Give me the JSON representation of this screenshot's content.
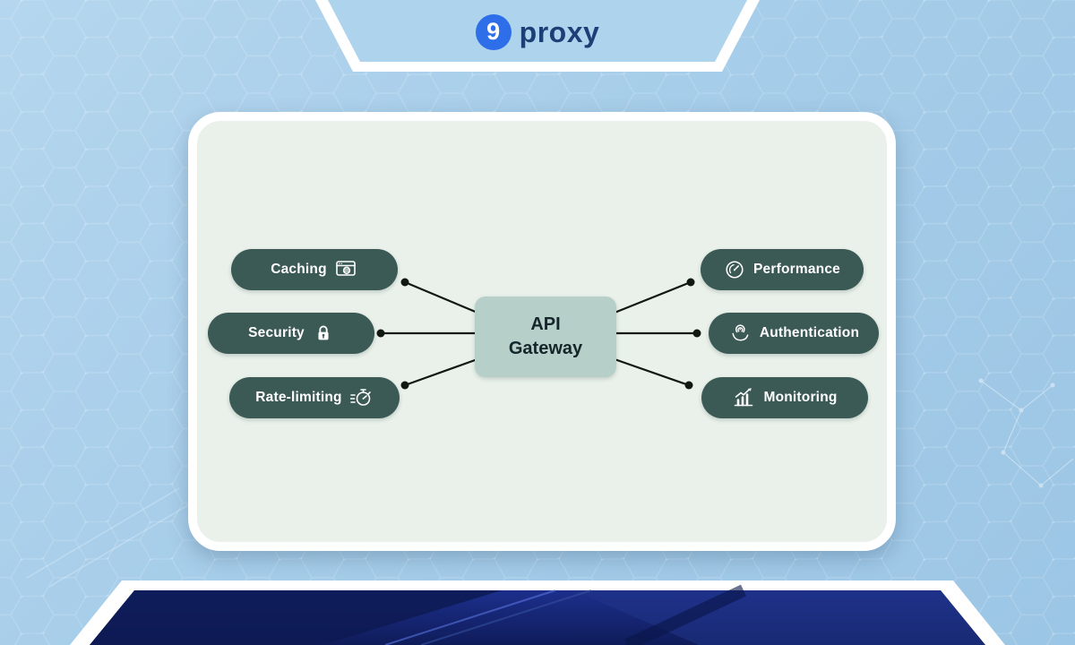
{
  "brand": {
    "mark": "9",
    "name": "proxy"
  },
  "diagram": {
    "center": {
      "line1": "API",
      "line2": "Gateway"
    },
    "left_nodes": [
      {
        "label": "Caching",
        "icon": "cache-icon"
      },
      {
        "label": "Security",
        "icon": "lock-icon"
      },
      {
        "label": "Rate-limiting",
        "icon": "stopwatch-icon"
      }
    ],
    "right_nodes": [
      {
        "label": "Performance",
        "icon": "speedometer-icon"
      },
      {
        "label": "Authentication",
        "icon": "fingerprint-hand-icon"
      },
      {
        "label": "Monitoring",
        "icon": "chart-growth-icon"
      }
    ]
  },
  "colors": {
    "background_blue": "#a9cfe9",
    "banner_border": "#ffffff",
    "card_background": "#e9f1ea",
    "node_pill": "#3b5955",
    "gateway_box": "#b6cfc8",
    "connector": "#101810",
    "logo_blue": "#2e6ee8",
    "logo_navy": "#1d3f77",
    "footer_navy": "#16246d",
    "node_text": "#ffffff"
  }
}
